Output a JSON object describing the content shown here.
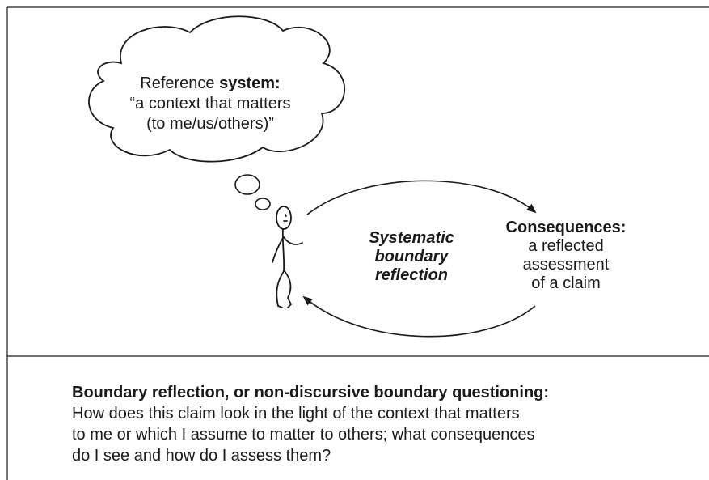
{
  "thought_cloud": {
    "line1_prefix": "Reference ",
    "line1_bold": "system:",
    "line2": "“a context that matters",
    "line3": "(to me/us/others)”"
  },
  "center_label": {
    "line1": "Systematic",
    "line2": "boundary",
    "line3": "reflection"
  },
  "consequences": {
    "title": "Consequences:",
    "line1": "a reflected",
    "line2": "assessment",
    "line3": "of a claim"
  },
  "caption": {
    "heading": "Boundary reflection, or non-discursive boundary questioning:",
    "line1": "How does this claim look in the light of the context that matters",
    "line2": "to me or which I assume to matter to others; what consequences",
    "line3": "do I see and how do I assess them?"
  },
  "colors": {
    "ink": "#1a1a1a",
    "background": "#ffffff"
  }
}
